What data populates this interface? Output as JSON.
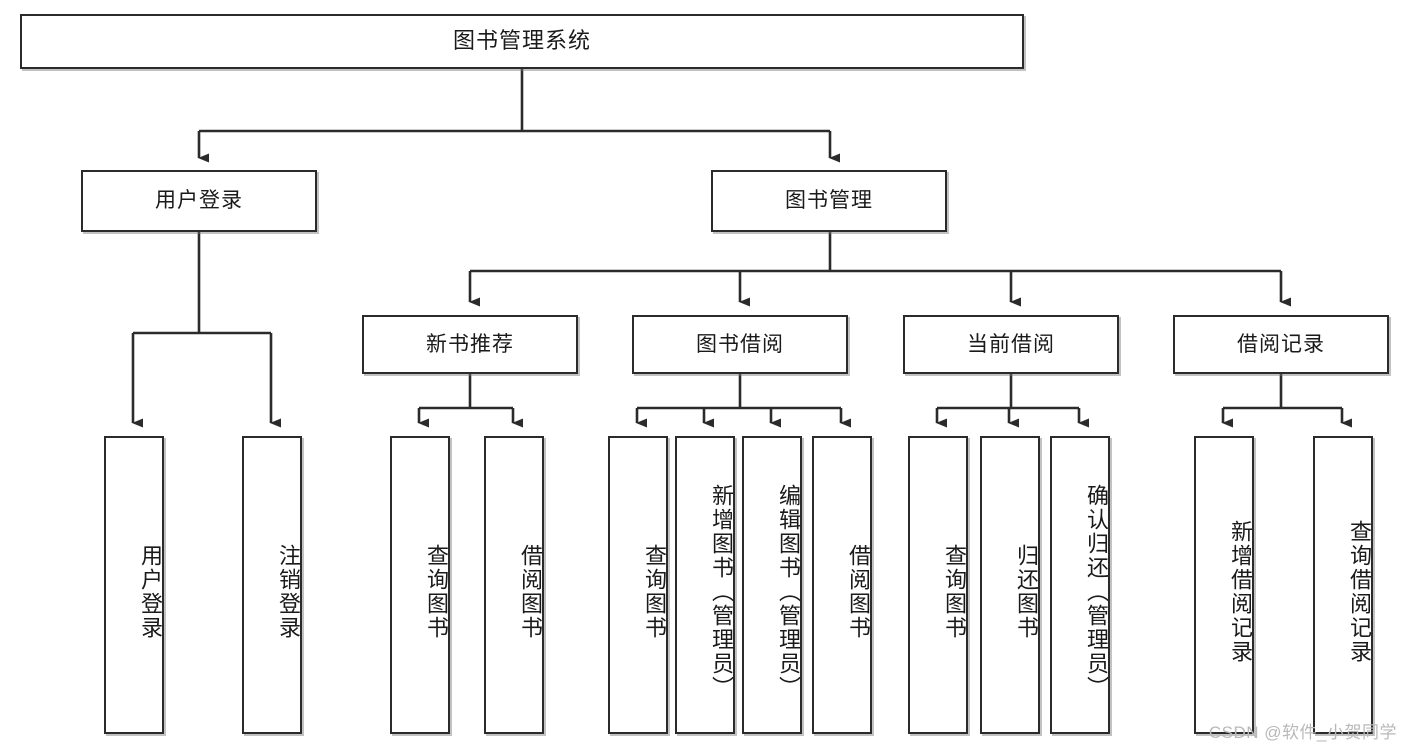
{
  "diagram": {
    "title": "图书管理系统",
    "type": "hierarchy-tree",
    "root": {
      "id": "root",
      "label": "图书管理系统",
      "orientation": "horizontal"
    },
    "level2": [
      {
        "id": "user-login",
        "label": "用户登录",
        "orientation": "horizontal"
      },
      {
        "id": "book-manage",
        "label": "图书管理",
        "orientation": "horizontal"
      }
    ],
    "level3": [
      {
        "id": "new-book-recommend",
        "label": "新书推荐",
        "orientation": "horizontal",
        "parent": "book-manage"
      },
      {
        "id": "book-borrow",
        "label": "图书借阅",
        "orientation": "horizontal",
        "parent": "book-manage"
      },
      {
        "id": "current-borrow",
        "label": "当前借阅",
        "orientation": "horizontal",
        "parent": "book-manage"
      },
      {
        "id": "borrow-record",
        "label": "借阅记录",
        "orientation": "horizontal",
        "parent": "book-manage"
      }
    ],
    "leaves": [
      {
        "id": "leaf-user-login",
        "label": "用户登录",
        "orientation": "vertical",
        "parent": "user-login"
      },
      {
        "id": "leaf-user-logout",
        "label": "注销登录",
        "orientation": "vertical",
        "parent": "user-login"
      },
      {
        "id": "leaf-query-book-1",
        "label": "查询图书",
        "orientation": "vertical",
        "parent": "new-book-recommend"
      },
      {
        "id": "leaf-borrow-book-1",
        "label": "借阅图书",
        "orientation": "vertical",
        "parent": "new-book-recommend"
      },
      {
        "id": "leaf-query-book-2",
        "label": "查询图书",
        "orientation": "vertical",
        "parent": "book-borrow"
      },
      {
        "id": "leaf-add-book",
        "label": "新增图书（管理员）",
        "orientation": "vertical",
        "parent": "book-borrow"
      },
      {
        "id": "leaf-edit-book",
        "label": "编辑图书（管理员）",
        "orientation": "vertical",
        "parent": "book-borrow"
      },
      {
        "id": "leaf-borrow-book-2",
        "label": "借阅图书",
        "orientation": "vertical",
        "parent": "book-borrow"
      },
      {
        "id": "leaf-query-book-3",
        "label": "查询图书",
        "orientation": "vertical",
        "parent": "current-borrow"
      },
      {
        "id": "leaf-return-book",
        "label": "归还图书",
        "orientation": "vertical",
        "parent": "current-borrow"
      },
      {
        "id": "leaf-confirm-return",
        "label": "确认归还（管理员）",
        "orientation": "vertical",
        "parent": "current-borrow"
      },
      {
        "id": "leaf-add-record",
        "label": "新增借阅记录",
        "orientation": "vertical",
        "parent": "borrow-record"
      },
      {
        "id": "leaf-query-record",
        "label": "查询借阅记录",
        "orientation": "vertical",
        "parent": "borrow-record"
      }
    ],
    "colors": {
      "stroke": "#2b2b2b",
      "fill": "#ffffff",
      "text": "#1a1a1a",
      "watermark": "#b9b9b9"
    }
  },
  "watermark": {
    "text": "CSDN @软件_小贺同学"
  }
}
